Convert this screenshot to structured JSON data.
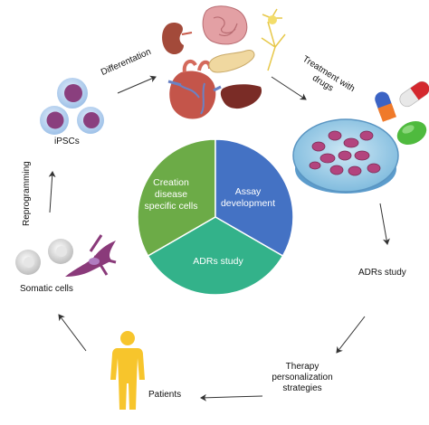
{
  "pie": {
    "segments": [
      {
        "label_lines": [
          "Creation",
          "disease",
          "specific cells"
        ],
        "color": "#6cab47"
      },
      {
        "label_lines": [
          "Assay",
          "development"
        ],
        "color": "#4472c4"
      },
      {
        "label_lines": [
          "ADRs study"
        ],
        "color": "#33b28a"
      }
    ]
  },
  "cycle": {
    "ipscs": "iPSCs",
    "differentiation": "Differentation",
    "treatment_lines": [
      "Treatment with",
      "drugs"
    ],
    "adrs_study": "ADRs study",
    "therapy_lines": [
      "Therapy",
      "personalization",
      "strategies"
    ],
    "patients": "Patients",
    "somatic_cells": "Somatic cells",
    "reprogramming": "Reprogramming"
  },
  "icons": [
    "ipsc-cell-icon",
    "kidney-icon",
    "intestine-icon",
    "neuron-icon",
    "heart-icon",
    "pancreas-icon",
    "liver-icon",
    "capsule-icon",
    "petri-dish-icon",
    "somatic-cell-icon",
    "fibroblast-icon",
    "human-figure-icon"
  ]
}
